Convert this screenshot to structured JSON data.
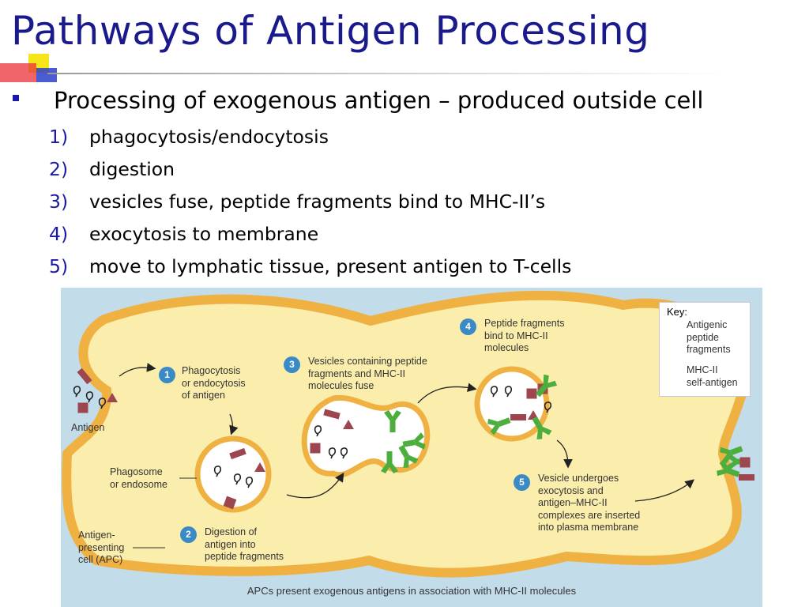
{
  "slide": {
    "title": "Pathways of Antigen Processing",
    "main_point": "Processing of exogenous antigen – produced outside cell",
    "steps": [
      {
        "num": "1)",
        "text": "phagocytosis/endocytosis"
      },
      {
        "num": "2)",
        "text": "digestion"
      },
      {
        "num": "3)",
        "text": "vesicles fuse, peptide fragments bind to MHC-II’s"
      },
      {
        "num": "4)",
        "text": "exocytosis to membrane"
      },
      {
        "num": "5)",
        "text": "move to lymphatic tissue, present antigen to T-cells"
      }
    ]
  },
  "diagram": {
    "labels": {
      "antigen": "Antigen",
      "phagosome": "Phagosome\nor endosome",
      "apc": "Antigen-\npresenting\ncell (APC)"
    },
    "step_labels": [
      {
        "num": "1",
        "text": "Phagocytosis\nor endocytosis\nof antigen"
      },
      {
        "num": "2",
        "text": "Digestion of\nantigen into\npeptide fragments"
      },
      {
        "num": "3",
        "text": "Vesicles containing peptide\nfragments and MHC-II\nmolecules fuse"
      },
      {
        "num": "4",
        "text": "Peptide fragments\nbind to MHC-II\nmolecules"
      },
      {
        "num": "5",
        "text": "Vesicle undergoes\nexocytosis and\nantigen–MHC-II\ncomplexes are inserted\ninto plasma membrane"
      }
    ],
    "key": {
      "title": "Key:",
      "antigenic": "Antigenic\npeptide\nfragments",
      "mhc": "MHC-II\nself-antigen"
    },
    "caption": "APCs present exogenous antigens in association with MHC-II molecules",
    "colors": {
      "background": "#c2dcea",
      "cell_fill": "#fbeeac",
      "cell_border": "#f0b143",
      "peptide": "#9e4650",
      "mhc": "#4cae3c",
      "badge": "#3a8ac5",
      "title": "#1a1a8c"
    }
  }
}
